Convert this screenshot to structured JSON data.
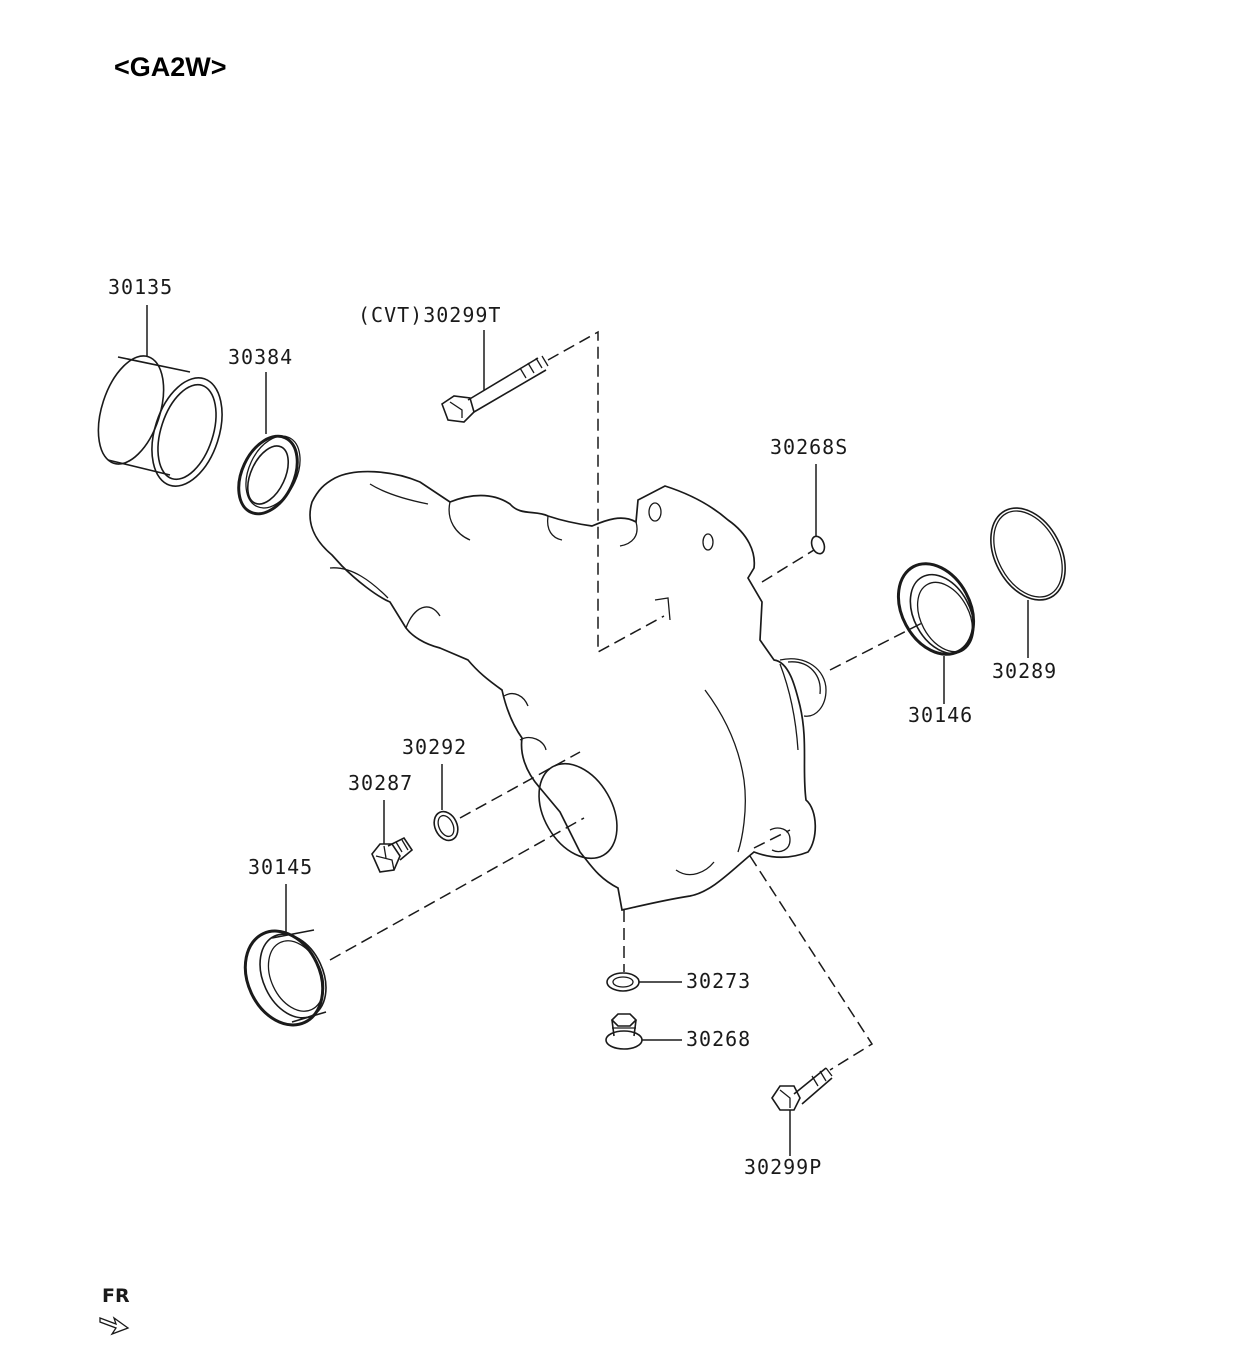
{
  "title": "<GA2W>",
  "parts": {
    "p30135": "30135",
    "p30384": "30384",
    "p30299T": "(CVT)30299T",
    "p30268S": "30268S",
    "p30289": "30289",
    "p30146": "30146",
    "p30292": "30292",
    "p30287": "30287",
    "p30145": "30145",
    "p30273": "30273",
    "p30268": "30268",
    "p30299P": "30299P"
  },
  "orientation": {
    "label": "FR"
  }
}
